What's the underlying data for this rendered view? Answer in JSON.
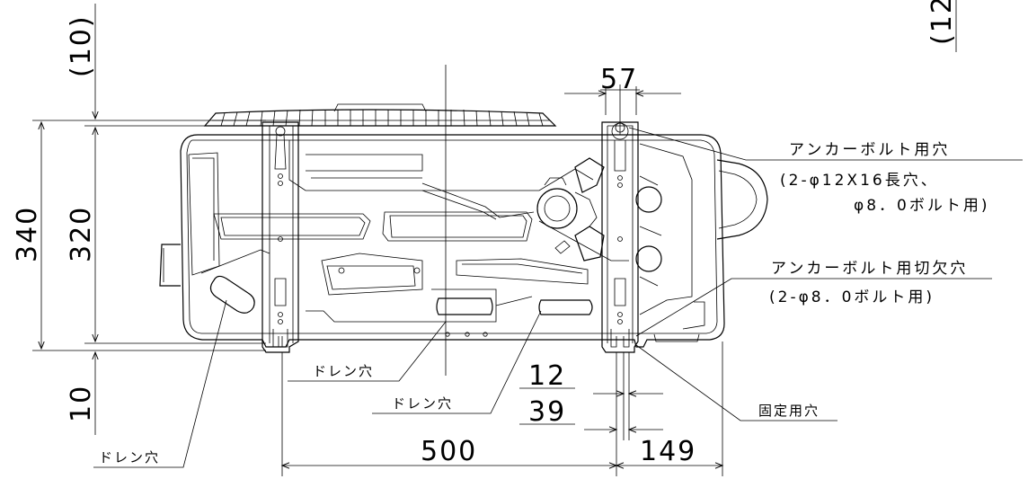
{
  "dimensions": {
    "top_clearance": "(10)",
    "top_right_partial": "(12",
    "width_bracket": "57",
    "height_outer": "340",
    "height_inner": "320",
    "bottom_clearance": "10",
    "drain_slot": "12",
    "bolt_offset": "39",
    "span": "500",
    "right_offset": "149"
  },
  "labels": {
    "anchor_bolt_hole": "アンカーボルト用穴",
    "anchor_bolt_hole_spec1": "(2-φ12X16長穴、",
    "anchor_bolt_hole_spec2": "φ8．0ボルト用)",
    "anchor_bolt_notch": "アンカーボルト用切欠穴",
    "anchor_bolt_notch_spec": "(2-φ8．0ボルト用)",
    "drain_1": "ドレン穴",
    "drain_2": "ドレン穴",
    "drain_3": "ドレン穴",
    "fixing_hole": "固定用穴"
  }
}
